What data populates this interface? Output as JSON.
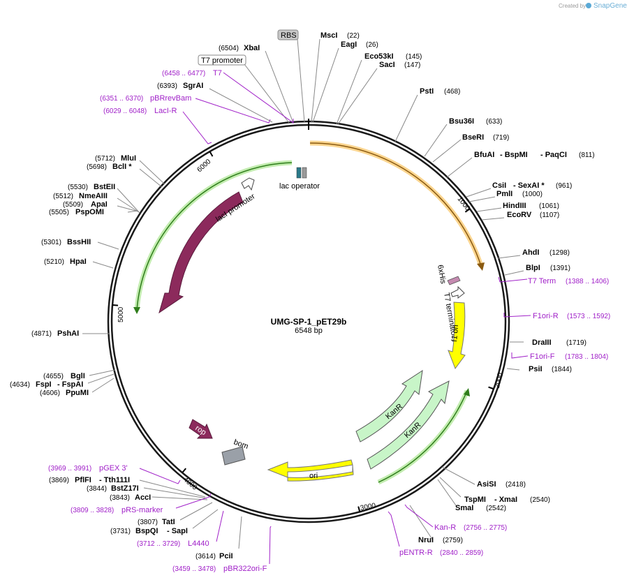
{
  "credit": {
    "created_by": "Created by",
    "app": "SnapGene"
  },
  "plasmid": {
    "name": "UMG-SP-1_pET29b",
    "length": "6548 bp",
    "bp": 6548
  },
  "colors": {
    "backbone": "#1a1a1a",
    "primer": "#a020c8",
    "lacI": "#8c2a5c",
    "kanR": "#c8f5c8",
    "ori": "#ffff00",
    "f1ori": "#ffff00",
    "promoter": "#ffffff",
    "orange_feature": "#f7b233",
    "green_feature": "#6ab04c"
  },
  "ticks": [
    {
      "label": "1000",
      "bp": 1000
    },
    {
      "label": "2000",
      "bp": 2000
    },
    {
      "label": "3000",
      "bp": 3000
    },
    {
      "label": "4000",
      "bp": 4000
    },
    {
      "label": "5000",
      "bp": 5000
    },
    {
      "label": "6000",
      "bp": 6000
    }
  ],
  "sites": [
    {
      "name": "MscI",
      "pos": "(22)",
      "bp": 22
    },
    {
      "name": "EagI",
      "pos": "(26)",
      "bp": 26
    },
    {
      "name": "Eco53kI",
      "pos": "(145)",
      "bp": 145
    },
    {
      "name": "SacI",
      "pos": "(147)",
      "bp": 147
    },
    {
      "name": "PstI",
      "pos": "(468)",
      "bp": 468
    },
    {
      "name": "Bsu36I",
      "pos": "(633)",
      "bp": 633
    },
    {
      "name": "BseRI",
      "pos": "(719)",
      "bp": 719
    },
    {
      "name": "BfuAI",
      "name2": "- BspMI",
      "name3": "- PaqCI",
      "pos": "(811)",
      "bp": 811
    },
    {
      "name": "CsiI",
      "name2": "- SexAI *",
      "pos": "(961)",
      "bp": 961
    },
    {
      "name": "PmlI",
      "pos": "(1000)",
      "bp": 1000
    },
    {
      "name": "HindIII",
      "pos": "(1061)",
      "bp": 1061
    },
    {
      "name": "EcoRV",
      "pos": "(1107)",
      "bp": 1107
    },
    {
      "name": "AhdI",
      "pos": "(1298)",
      "bp": 1298
    },
    {
      "name": "BlpI",
      "pos": "(1391)",
      "bp": 1391
    },
    {
      "name": "DraIII",
      "pos": "(1719)",
      "bp": 1719
    },
    {
      "name": "PsiI",
      "pos": "(1844)",
      "bp": 1844
    },
    {
      "name": "AsiSI",
      "pos": "(2418)",
      "bp": 2418
    },
    {
      "name": "TspMI",
      "name2": "- XmaI",
      "pos": "(2540)",
      "bp": 2540
    },
    {
      "name": "SmaI",
      "pos": "(2542)",
      "bp": 2542
    },
    {
      "name": "NruI",
      "pos": "(2759)",
      "bp": 2759
    },
    {
      "name": "PciI",
      "pos": "(3614)",
      "bp": 3614
    },
    {
      "name": "BspQI",
      "name2": "- SapI",
      "pos": "(3731)",
      "bp": 3731
    },
    {
      "name": "TatI",
      "pos": "(3807)",
      "bp": 3807
    },
    {
      "name": "AccI",
      "pos": "(3843)",
      "bp": 3843
    },
    {
      "name": "BstZ17I",
      "pos": "(3844)",
      "bp": 3844
    },
    {
      "name": "PflFI",
      "name2": "- Tth111I",
      "pos": "(3869)",
      "bp": 3869
    },
    {
      "name": "PpuMI",
      "pos": "(4606)",
      "bp": 4606
    },
    {
      "name": "FspI",
      "name2": "- FspAI",
      "pos": "(4634)",
      "bp": 4634
    },
    {
      "name": "BglI",
      "pos": "(4655)",
      "bp": 4655
    },
    {
      "name": "PshAI",
      "pos": "(4871)",
      "bp": 4871
    },
    {
      "name": "HpaI",
      "pos": "(5210)",
      "bp": 5210
    },
    {
      "name": "BssHII",
      "pos": "(5301)",
      "bp": 5301
    },
    {
      "name": "PspOMI",
      "pos": "(5505)",
      "bp": 5505
    },
    {
      "name": "ApaI",
      "pos": "(5509)",
      "bp": 5509
    },
    {
      "name": "NmeAIII",
      "pos": "(5512)",
      "bp": 5512
    },
    {
      "name": "BstEII",
      "pos": "(5530)",
      "bp": 5530
    },
    {
      "name": "BclI *",
      "pos": "(5698)",
      "bp": 5698
    },
    {
      "name": "MluI",
      "pos": "(5712)",
      "bp": 5712
    },
    {
      "name": "SgrAI",
      "pos": "(6393)",
      "bp": 6393
    },
    {
      "name": "XbaI",
      "pos": "(6504)",
      "bp": 6504
    }
  ],
  "primers": [
    {
      "name": "T7 Term",
      "range": "(1388 .. 1406)",
      "bp": 1397
    },
    {
      "name": "F1ori-R",
      "range": "(1573 .. 1592)",
      "bp": 1582
    },
    {
      "name": "F1ori-F",
      "range": "(1783 .. 1804)",
      "bp": 1793
    },
    {
      "name": "Kan-R",
      "range": "(2756 .. 2775)",
      "bp": 2765
    },
    {
      "name": "pENTR-R",
      "range": "(2840 .. 2859)",
      "bp": 2850
    },
    {
      "name": "pBR322ori-F",
      "range": "(3459 .. 3478)",
      "bp": 3468
    },
    {
      "name": "L4440",
      "range": "(3712 .. 3729)",
      "bp": 3720
    },
    {
      "name": "pRS-marker",
      "range": "(3809 .. 3828)",
      "bp": 3818
    },
    {
      "name": "pGEX 3'",
      "range": "(3969 .. 3991)",
      "bp": 3980
    },
    {
      "name": "LacI-R",
      "range": "(6029 .. 6048)",
      "bp": 6038
    },
    {
      "name": "pBRrevBam",
      "range": "(6351 .. 6370)",
      "bp": 6360
    },
    {
      "name": "T7",
      "range": "(6458 .. 6477)",
      "bp": 6467
    }
  ],
  "boxed_features": [
    {
      "name": "RBS"
    },
    {
      "name": "T7 promoter"
    }
  ],
  "features": {
    "lac_operator": "lac operator",
    "lacI_promoter": "lacI promoter",
    "lacI": "lacI",
    "sixhis": "6xHis",
    "t7_terminator": "T7 terminator",
    "f1_ori": "f1 ori",
    "kanR_1": "KanR",
    "kanR_2": "KanR",
    "ori": "ori",
    "rop": "rop",
    "bom": "bom"
  }
}
